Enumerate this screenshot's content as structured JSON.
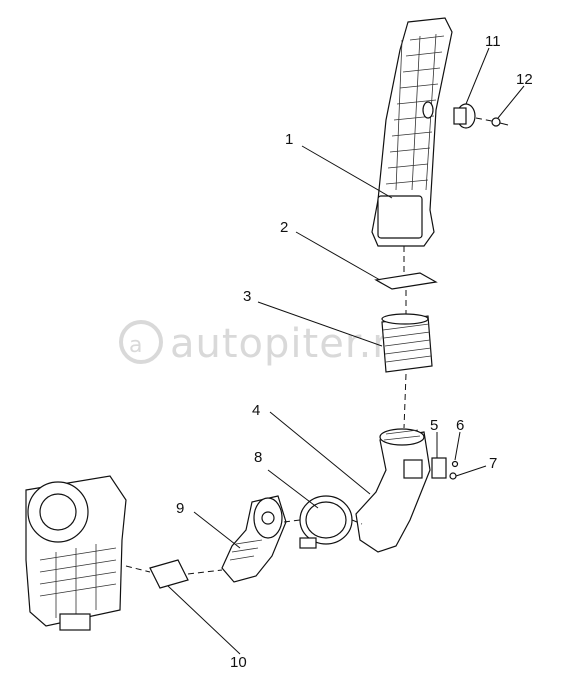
{
  "watermark": "autopiter.ru",
  "callouts": [
    {
      "id": "1",
      "label": "1"
    },
    {
      "id": "2",
      "label": "2"
    },
    {
      "id": "3",
      "label": "3"
    },
    {
      "id": "4",
      "label": "4"
    },
    {
      "id": "5",
      "label": "5"
    },
    {
      "id": "6",
      "label": "6"
    },
    {
      "id": "7",
      "label": "7"
    },
    {
      "id": "8",
      "label": "8"
    },
    {
      "id": "9",
      "label": "9"
    },
    {
      "id": "10",
      "label": "10"
    },
    {
      "id": "11",
      "label": "11"
    },
    {
      "id": "12",
      "label": "12"
    }
  ]
}
